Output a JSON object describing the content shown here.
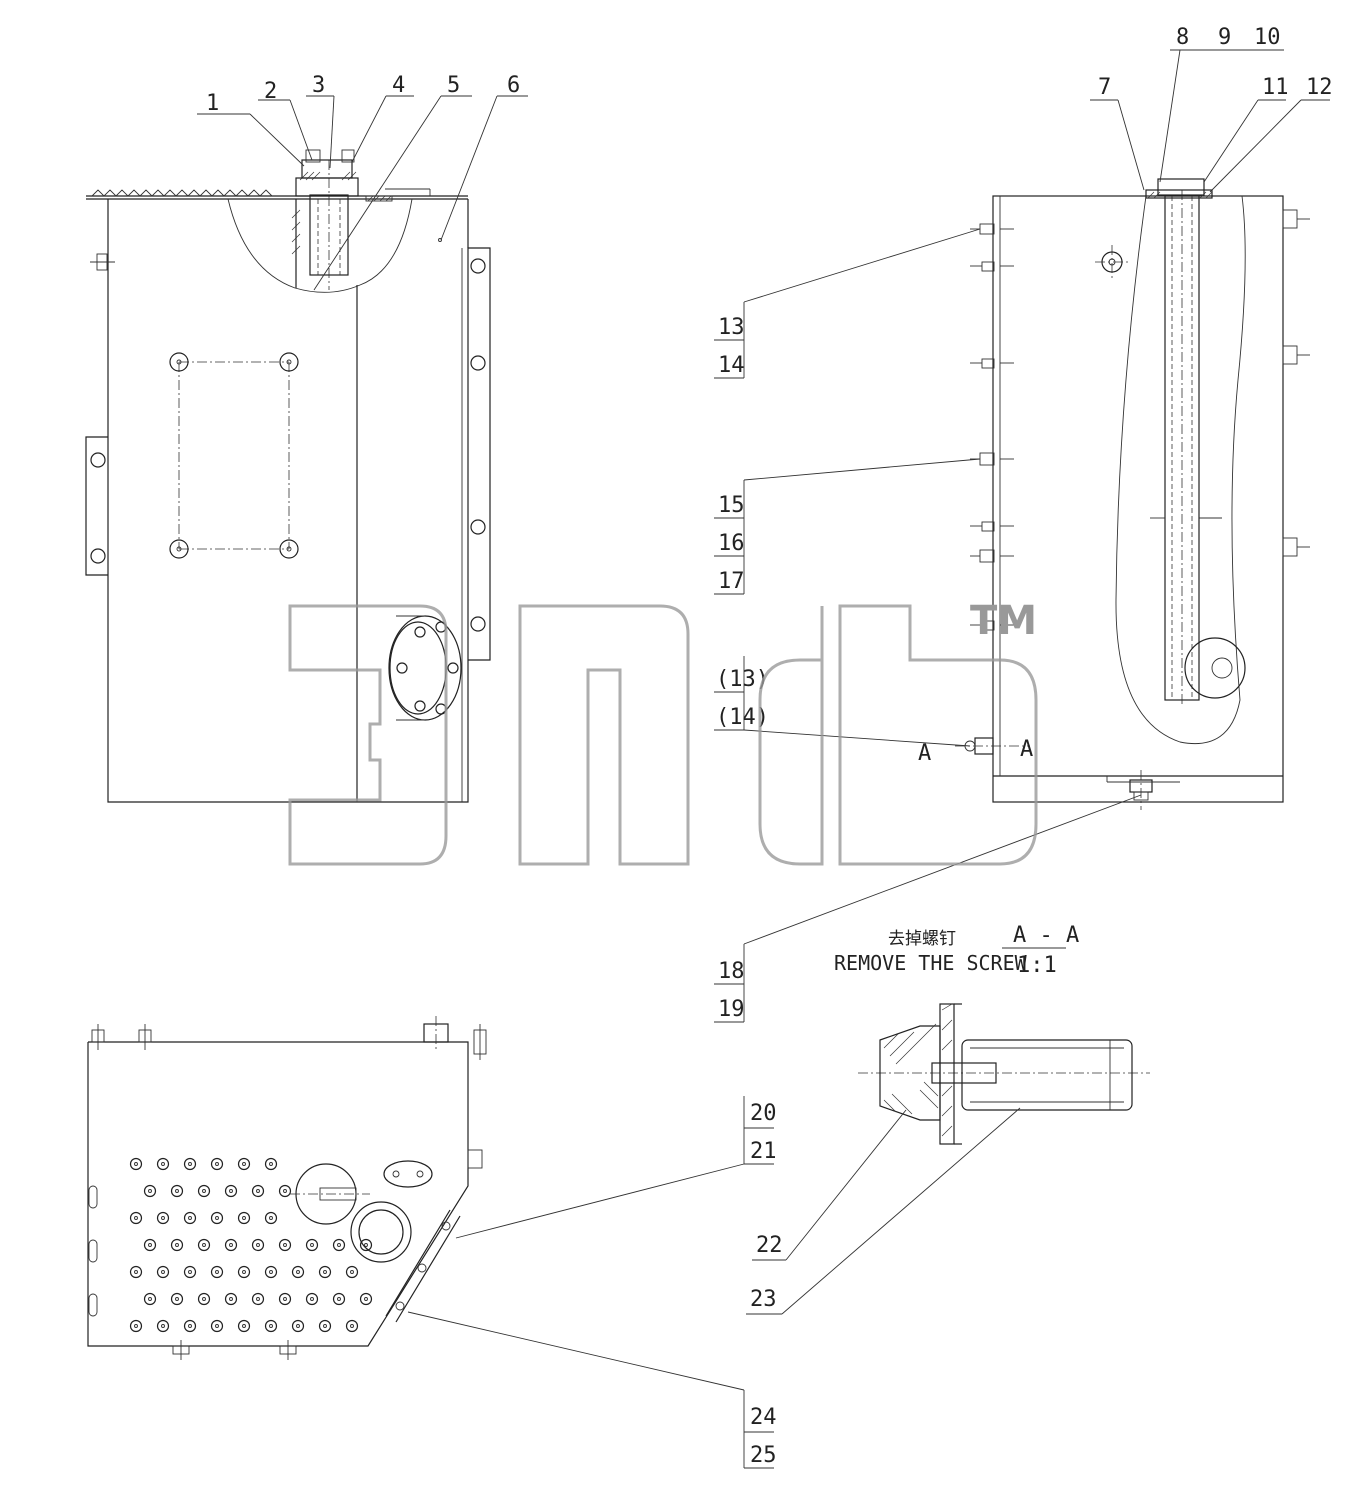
{
  "callouts": {
    "c1": "1",
    "c2": "2",
    "c3": "3",
    "c4": "4",
    "c5": "5",
    "c6": "6",
    "c7": "7",
    "c8": "8",
    "c9": "9",
    "c10": "10",
    "c11": "11",
    "c12": "12",
    "c13": "13",
    "c14": "14",
    "c15": "15",
    "c16": "16",
    "c17": "17",
    "c13p": "(13)",
    "c14p": "(14)",
    "c18": "18",
    "c19": "19",
    "c20": "20",
    "c21": "21",
    "c22": "22",
    "c23": "23",
    "c24": "24",
    "c25": "25"
  },
  "section": {
    "cut_mark_left": "A",
    "cut_mark_right": "A",
    "note_cn": "去掉螺钉",
    "note_en": "REMOVE THE SCREW",
    "view_title": "A - A",
    "view_scale": "1:1"
  },
  "watermark": {
    "trademark": "TM"
  }
}
